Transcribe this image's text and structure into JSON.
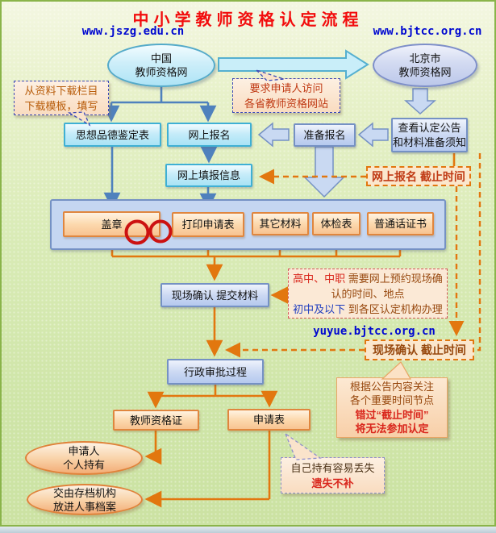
{
  "title": "中小学教师资格认定流程",
  "urls": {
    "china": "www.jszg.edu.cn",
    "beijing": "www.bjtcc.org.cn",
    "yuyue": "yuyue.bjtcc.org.cn"
  },
  "nodes": {
    "china_net_l1": "中国",
    "china_net_l2": "教师资格网",
    "beijing_net_l1": "北京市",
    "beijing_net_l2": "教师资格网",
    "moral_form": "思想品德鉴定表",
    "online_signup": "网上报名",
    "prepare_signup": "准备报名",
    "check_notice_l1": "查看认定公告",
    "check_notice_l2": "和材料准备须知",
    "fill_info": "网上填报信息",
    "stamp": "盖章",
    "print_form": "打印申请表",
    "other_materials": "其它材料",
    "physical_form": "体检表",
    "mandarin_cert": "普通话证书",
    "onsite_confirm": "现场确认 提交材料",
    "admin_approval": "行政审批过程",
    "teacher_cert": "教师资格证",
    "application_form": "申请表",
    "personal_l1": "申请人",
    "personal_l2": "个人持有",
    "archive_l1": "交由存档机构",
    "archive_l2": "放进人事档案"
  },
  "callouts": {
    "download_l1": "从资料下载栏目",
    "download_l2": "下载模板，填写",
    "visit_l1": "要求申请人访问",
    "visit_l2": "各省教师资格网站",
    "signup_deadline": "网上报名 截止时间",
    "yuyue_seg1": "高中、中职",
    "yuyue_seg2": " 需要网上预约现场确",
    "yuyue_l2": "认的时间、地点",
    "yuyue_seg3": "初中及以下",
    "yuyue_seg4": " 到各区认定机构办理",
    "confirm_deadline": "现场确认 截止时间",
    "notice_l1": "根据公告内容关注",
    "notice_l2": "各个重要时间节点",
    "notice_l3": "错过“截止时间”",
    "notice_l4": "将无法参加认定",
    "lost_l1": "自己持有容易丢失",
    "lost_l2": "遗失不补"
  },
  "colors": {
    "title_red": "#f20d0d",
    "url_blue": "#0008d0",
    "flow_blue": "#4f81bd",
    "flow_orange": "#e2770f",
    "cyan_box_border": "#3fb0d4",
    "periwinkle_box_border": "#7591c4",
    "orange_box_border": "#e0863e",
    "background_green": "#d9ebb6",
    "red_circle": "#cc1111"
  }
}
